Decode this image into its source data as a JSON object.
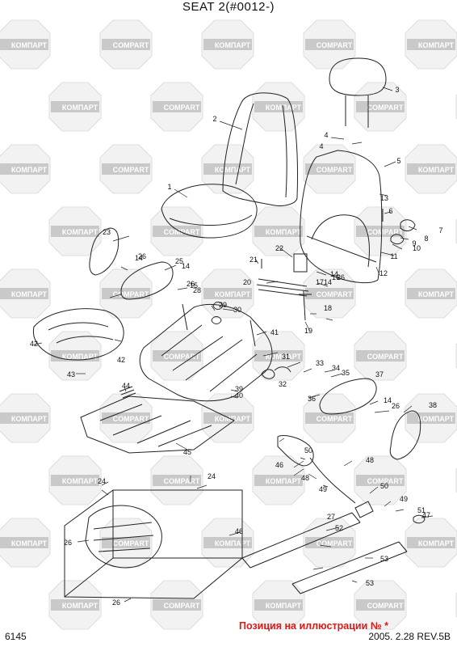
{
  "header": {
    "title": "SEAT 2(#0012-)"
  },
  "footer": {
    "code": "6145",
    "notice": "Позиция на иллюстрации № *",
    "revision": "2005. 2.28  REV.5B"
  },
  "watermark": {
    "text_ru": "КОМПАРТ",
    "text_en": "COMPART"
  },
  "callouts": [
    "1",
    "2",
    "3",
    "4",
    "4",
    "5",
    "6",
    "7",
    "8",
    "9",
    "10",
    "11",
    "12",
    "13",
    "14",
    "14",
    "14",
    "14",
    "14",
    "15",
    "16",
    "17",
    "18",
    "19",
    "20",
    "21",
    "22",
    "23",
    "24",
    "24",
    "25",
    "26",
    "26",
    "26",
    "26",
    "26",
    "26",
    "27",
    "28",
    "29",
    "30",
    "31",
    "32",
    "33",
    "34",
    "35",
    "36",
    "37",
    "38",
    "39",
    "40",
    "41",
    "42",
    "42",
    "43",
    "44",
    "45",
    "46",
    "46",
    "47",
    "48",
    "48",
    "49",
    "49",
    "50",
    "50",
    "51",
    "52",
    "53",
    "53"
  ]
}
